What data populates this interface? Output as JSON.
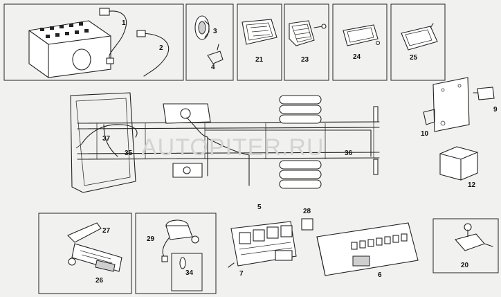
{
  "watermark": "AUTOPITER.RU",
  "part_labels": [
    "1",
    "2",
    "3",
    "4",
    "21",
    "23",
    "24",
    "25",
    "9",
    "10",
    "12",
    "35",
    "36",
    "37",
    "27",
    "26",
    "29",
    "34",
    "5",
    "28",
    "7",
    "6",
    "20"
  ]
}
